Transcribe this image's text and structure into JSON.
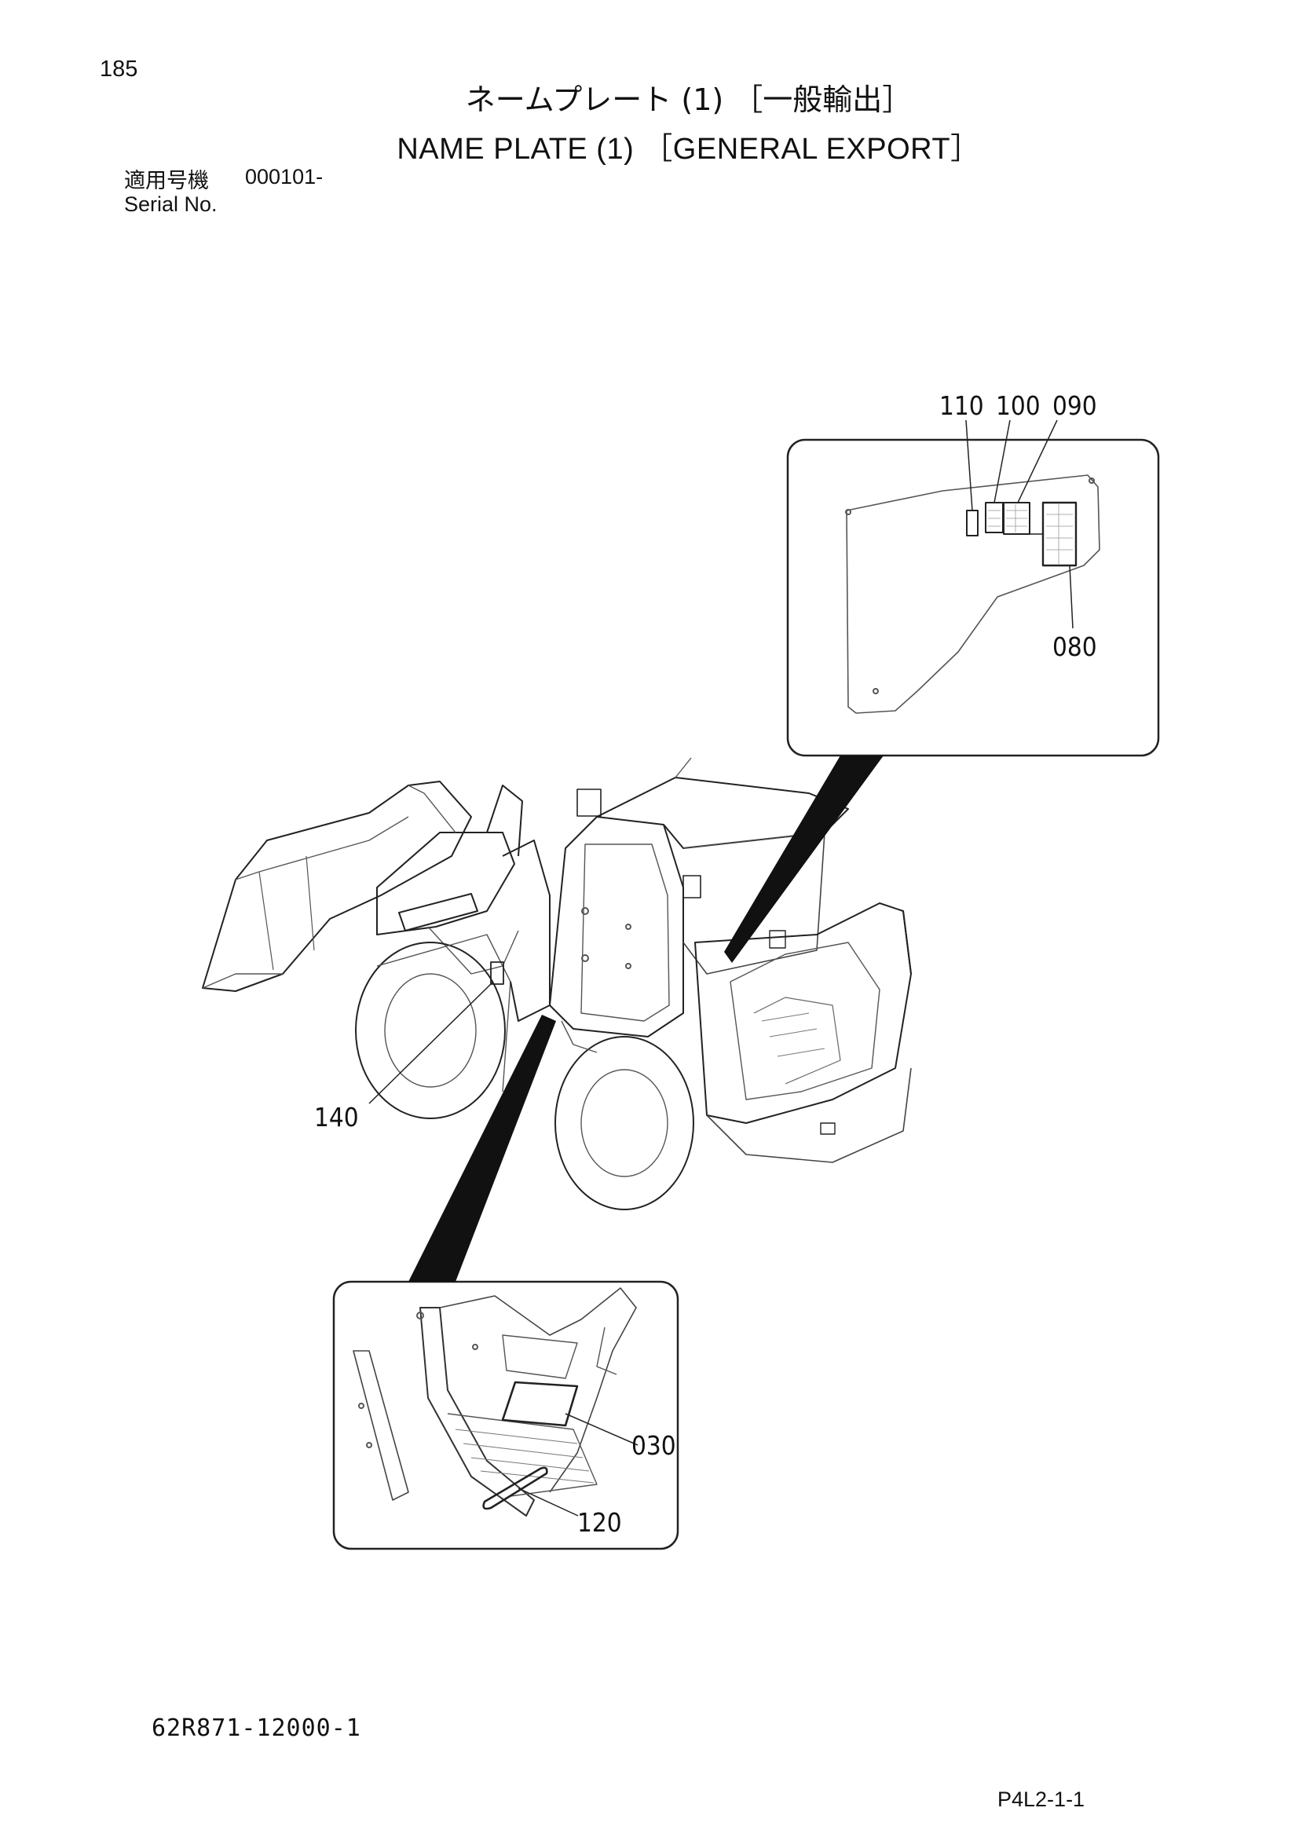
{
  "page_number": "185",
  "title_jp": "ネームプレート (1) ［一般輸出］",
  "title_en": "NAME PLATE (1) ［GENERAL EXPORT］",
  "serial": {
    "label_jp": "適用号機",
    "value": "000101-",
    "label_en": "Serial No."
  },
  "callouts": {
    "c110": "110",
    "c100": "100",
    "c090": "090",
    "c080": "080",
    "c140": "140",
    "c030": "030",
    "c120": "120"
  },
  "document_code": "62R871-12000-1",
  "page_code": "P4L2-1-1"
}
